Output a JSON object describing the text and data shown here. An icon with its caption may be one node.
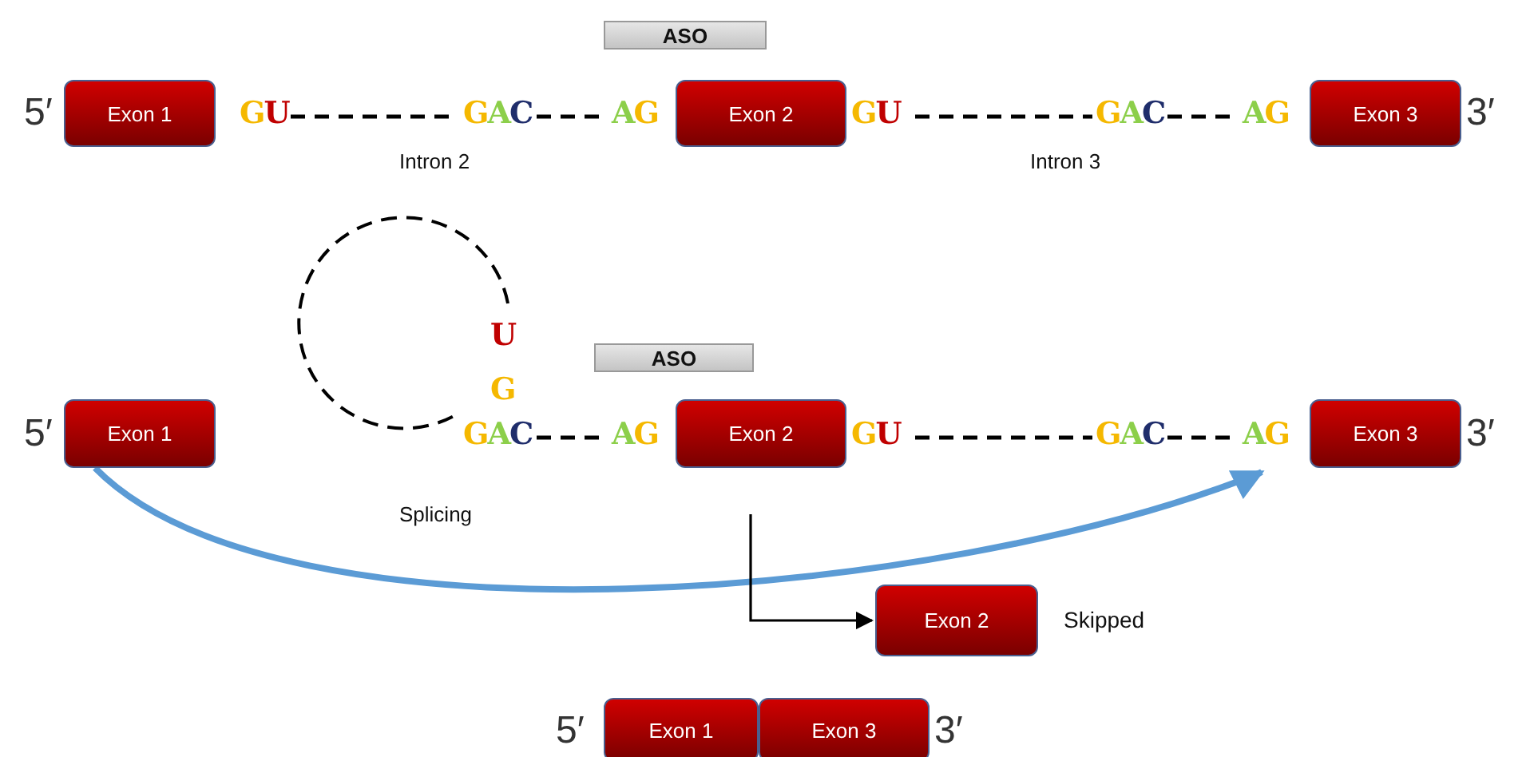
{
  "diagram": {
    "nodes": [
      {
        "text": [
          "ASO"
        ]
      },
      {
        "text": [
          "Exon 1"
        ]
      },
      {
        "text": [
          "Exon 2"
        ]
      },
      {
        "text": [
          "Exon 3"
        ]
      },
      {
        "text": [
          "ASO"
        ]
      },
      {
        "text": [
          "Exon 1"
        ]
      },
      {
        "text": [
          "Exon 2"
        ]
      },
      {
        "text": [
          "Exon 3"
        ]
      },
      {
        "text": [
          "Exon 2"
        ],
        "beside": [
          "Skipped"
        ]
      },
      {
        "text": [
          "Exon 1"
        ]
      },
      {
        "text": [
          "Exon 3"
        ]
      }
    ],
    "edges": [
      {
        "from": 5,
        "to": 7,
        "arrow": "to",
        "style": "thick",
        "color": "#5b9bd5"
      },
      {
        "from": null,
        "to": 8,
        "arrow": "to",
        "color": "#000000"
      }
    ],
    "labels": [
      "5′",
      "GU",
      "GAC",
      "AG",
      "GU",
      "GAC",
      "AG",
      "3′",
      "Intron 2",
      "Intron 3",
      "U",
      "G",
      "5′",
      "GAC",
      "AG",
      "GU",
      "GAC",
      "AG",
      "3′",
      "Splicing",
      "5′",
      "3′"
    ]
  }
}
